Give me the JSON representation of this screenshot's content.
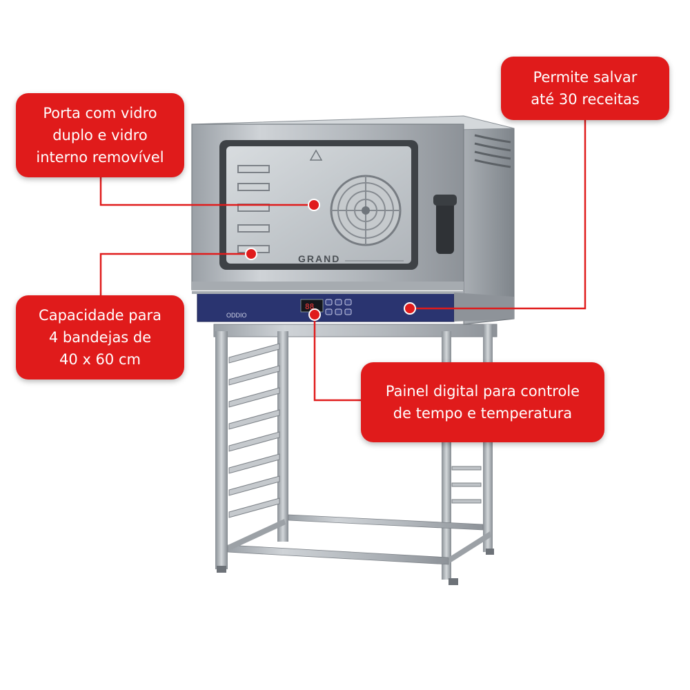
{
  "callouts": {
    "door": "Porta com vidro\nduplo e vidro\ninterno removível",
    "recipes": "Permite salvar\naté 30 receitas",
    "capacity": "Capacidade para\n4 bandejas de\n40 x 60 cm",
    "panel": "Painel digital para controle\nde tempo e temperatura"
  },
  "oven": {
    "brand_logo": "GRAND",
    "panel_brand": "ODDIO",
    "display_reading": "88"
  },
  "colors": {
    "callout": "#e01b1b",
    "panel_stripe": "#2a3470",
    "steel": "#b9bec3"
  }
}
